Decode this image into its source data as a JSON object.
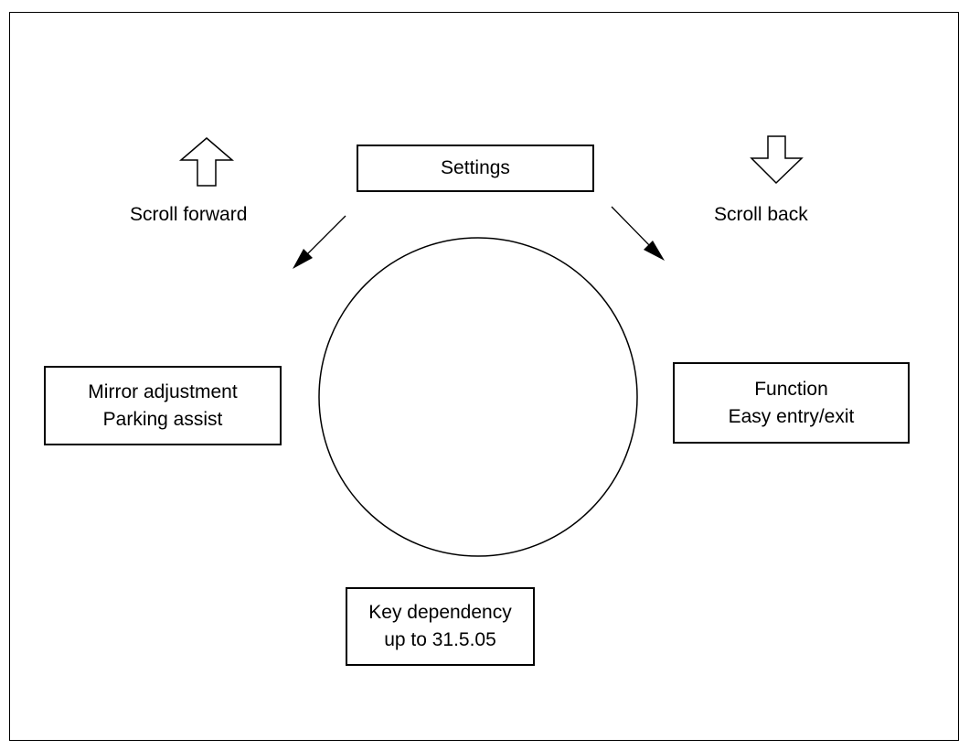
{
  "diagram": {
    "settings": "Settings",
    "scroll_forward": "Scroll forward",
    "scroll_back": "Scroll back",
    "left_box": {
      "line1": "Mirror adjustment",
      "line2": "Parking assist"
    },
    "right_box": {
      "line1": "Function",
      "line2": "Easy entry/exit"
    },
    "bottom_box": {
      "line1": "Key dependency",
      "line2": "up to 31.5.05"
    }
  }
}
